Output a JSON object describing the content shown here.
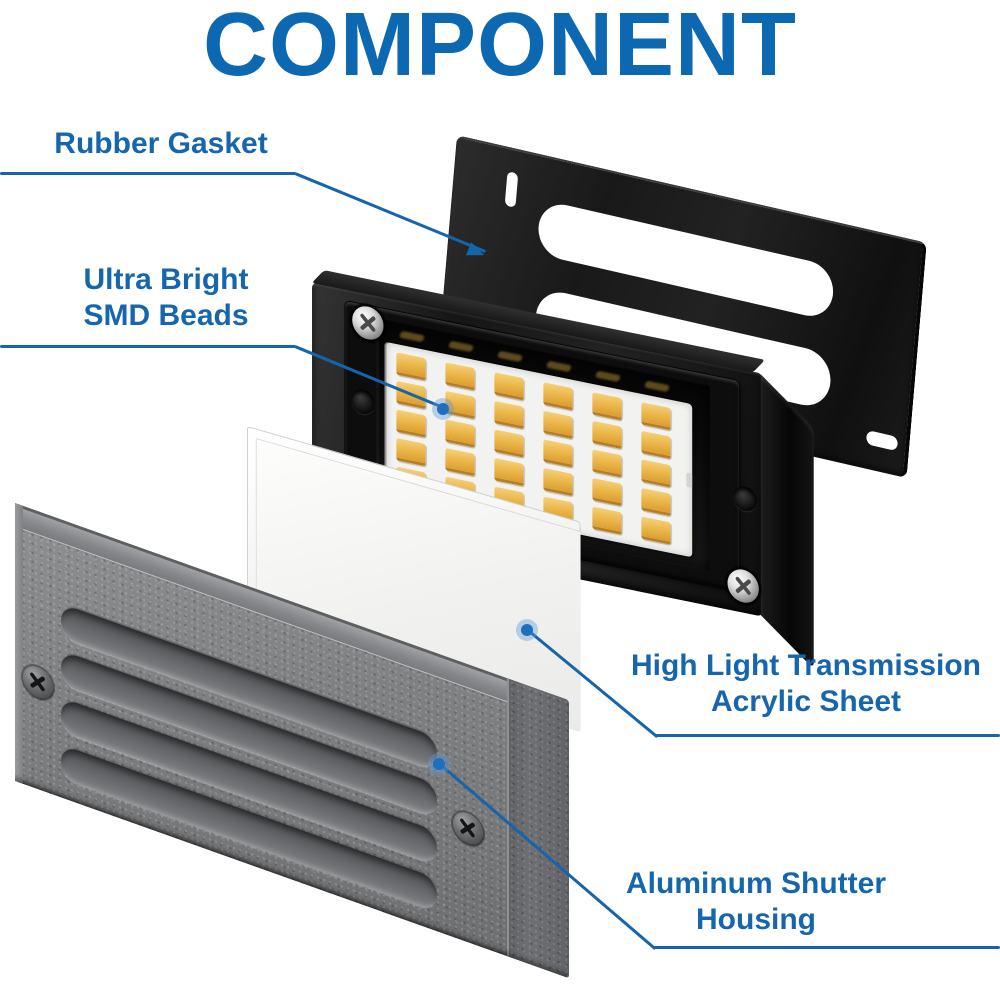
{
  "title": {
    "text": "COMPONENT"
  },
  "colors": {
    "title_blue": "#0D68B2",
    "accent_blue": "#1565AC",
    "bead_gold": "#EAB446",
    "housing_black": "#161616",
    "aluminum_gray": "#7F8082",
    "acrylic_white": "#F4F5F3"
  },
  "callouts": {
    "rubber_gasket": {
      "line1": "Rubber Gasket"
    },
    "smd_beads": {
      "line1": "Ultra Bright",
      "line2": "SMD Beads"
    },
    "acrylic_sheet": {
      "line1": "High Light Transmission",
      "line2": "Acrylic Sheet"
    },
    "aluminum_housing": {
      "line1": "Aluminum Shutter",
      "line2": "Housing"
    }
  },
  "led_panel": {
    "columns": 6,
    "rows": 5
  },
  "louvers": {
    "count": 4
  },
  "reflections": {
    "count": 6
  }
}
